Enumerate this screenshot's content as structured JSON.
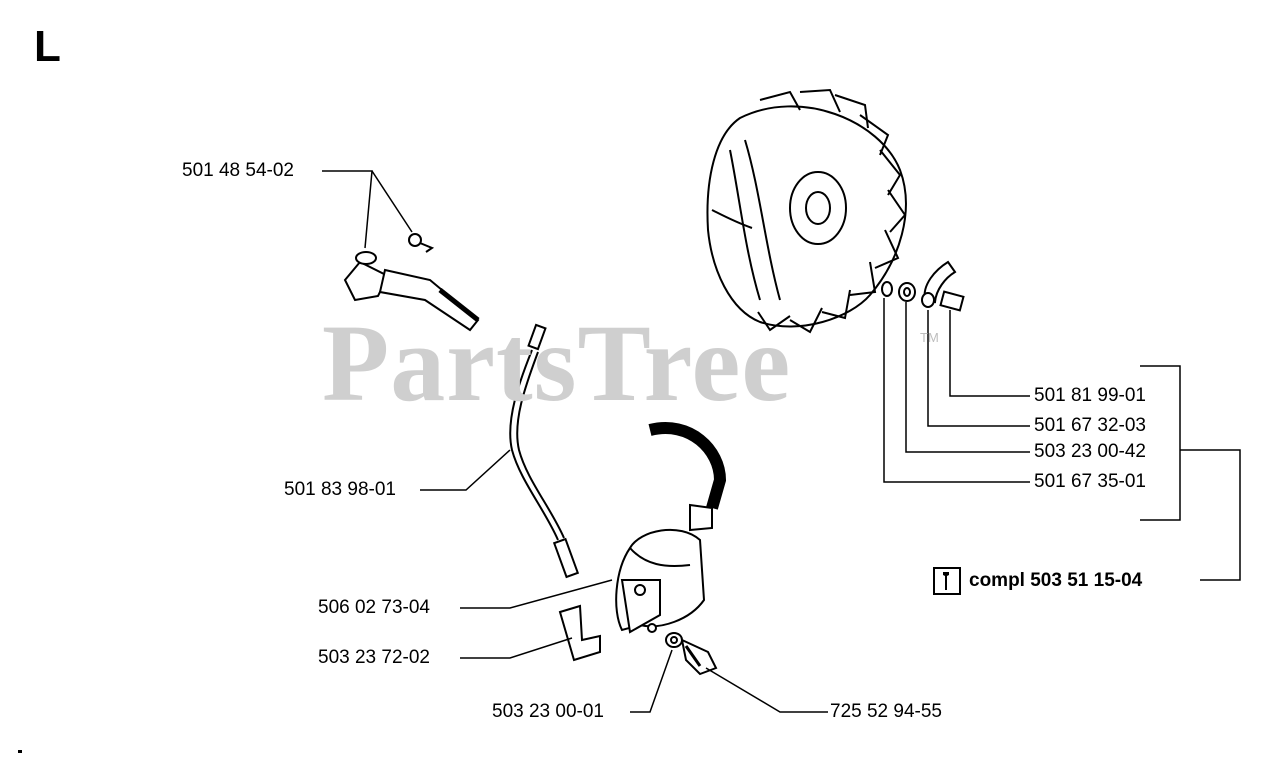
{
  "section_letter": "L",
  "watermark": "PartsTree",
  "watermark_mark": "TM",
  "parts": {
    "p1": "501 48 54-02",
    "p2": "501 83 98-01",
    "p3": "506 02 73-04",
    "p4": "503 23 72-02",
    "p5": "503 23 00-01",
    "p6": "725 52 94-55",
    "p7": "501 81 99-01",
    "p8": "501 67 32-03",
    "p9": "503 23 00-42",
    "p10": "501 67 35-01"
  },
  "kit": {
    "icon": "wrench-icon",
    "label": "compl 503 51 15-04"
  }
}
